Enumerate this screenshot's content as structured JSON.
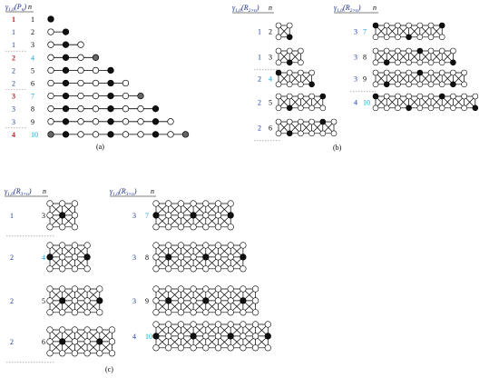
{
  "colors": {
    "blue": "#1a3a9a",
    "red": "#d01818",
    "cyan": "#15a7d6",
    "dash": "#888888",
    "edge": "#000000",
    "filled": "#111111",
    "end": "#666666"
  },
  "panel_a": {
    "caption": "(a)",
    "header_gamma": "γ",
    "header_sub": "1,0",
    "header_arg": "(P",
    "header_arg_sub": "n",
    "header_close": ")",
    "header_n": "n",
    "rows": [
      {
        "g": "1",
        "gc": "red",
        "n": "1",
        "nc": "black",
        "dash": false,
        "v": 1,
        "f": [
          0
        ]
      },
      {
        "g": "1",
        "gc": "blue",
        "n": "2",
        "nc": "black",
        "dash": false,
        "v": 2,
        "f": [
          1
        ]
      },
      {
        "g": "1",
        "gc": "blue",
        "n": "3",
        "nc": "black",
        "dash": true,
        "v": 3,
        "f": [
          1
        ]
      },
      {
        "g": "2",
        "gc": "red",
        "n": "4",
        "nc": "cyan",
        "dash": false,
        "v": 4,
        "f": [
          1
        ],
        "e": [
          3
        ]
      },
      {
        "g": "2",
        "gc": "blue",
        "n": "5",
        "nc": "black",
        "dash": false,
        "v": 5,
        "f": [
          1,
          4
        ]
      },
      {
        "g": "2",
        "gc": "blue",
        "n": "6",
        "nc": "black",
        "dash": true,
        "v": 6,
        "f": [
          1,
          4
        ]
      },
      {
        "g": "3",
        "gc": "red",
        "n": "7",
        "nc": "cyan",
        "dash": false,
        "v": 7,
        "f": [
          1,
          4
        ],
        "e": [
          6
        ]
      },
      {
        "g": "3",
        "gc": "blue",
        "n": "8",
        "nc": "black",
        "dash": false,
        "v": 8,
        "f": [
          1,
          4,
          7
        ]
      },
      {
        "g": "3",
        "gc": "blue",
        "n": "9",
        "nc": "black",
        "dash": true,
        "v": 9,
        "f": [
          1,
          4,
          7
        ]
      },
      {
        "g": "4",
        "gc": "red",
        "n": "10",
        "nc": "cyan",
        "dash": false,
        "v": 10,
        "f": [
          1,
          4,
          7
        ],
        "e": [
          0,
          9
        ]
      }
    ]
  },
  "panel_b": {
    "caption": "(b)",
    "header_gamma": "γ",
    "header_sub": "1,0",
    "header_arg": "(R",
    "header_arg_sub": "2×n",
    "header_close": ")",
    "header_n": "n",
    "left": [
      {
        "g": "1",
        "n": "2",
        "nc": "black",
        "cols": 2,
        "dash": false,
        "f": [
          [
            1,
            1
          ]
        ]
      },
      {
        "g": "1",
        "n": "3",
        "nc": "black",
        "cols": 3,
        "dash": true,
        "f": [
          [
            1,
            1
          ]
        ]
      },
      {
        "g": "2",
        "n": "4",
        "nc": "cyan",
        "cols": 4,
        "dash": false,
        "f": [
          [
            0,
            0
          ],
          [
            3,
            1
          ]
        ]
      },
      {
        "g": "2",
        "n": "5",
        "nc": "black",
        "cols": 5,
        "dash": false,
        "f": [
          [
            1,
            1
          ],
          [
            4,
            0
          ]
        ]
      },
      {
        "g": "2",
        "n": "6",
        "nc": "black",
        "cols": 6,
        "dash": true,
        "f": [
          [
            1,
            1
          ],
          [
            4,
            0
          ]
        ]
      }
    ],
    "right": [
      {
        "g": "3",
        "n": "7",
        "nc": "cyan",
        "cols": 7,
        "dash": false,
        "f": [
          [
            0,
            0
          ],
          [
            3,
            1
          ],
          [
            6,
            0
          ]
        ]
      },
      {
        "g": "3",
        "n": "8",
        "nc": "black",
        "cols": 8,
        "dash": false,
        "f": [
          [
            1,
            1
          ],
          [
            4,
            0
          ],
          [
            7,
            1
          ]
        ]
      },
      {
        "g": "3",
        "n": "9",
        "nc": "black",
        "cols": 9,
        "dash": true,
        "f": [
          [
            1,
            1
          ],
          [
            4,
            0
          ],
          [
            7,
            1
          ]
        ]
      },
      {
        "g": "4",
        "n": "10",
        "nc": "cyan",
        "cols": 10,
        "dash": false,
        "f": [
          [
            0,
            0
          ],
          [
            3,
            1
          ],
          [
            6,
            0
          ],
          [
            9,
            1
          ]
        ]
      }
    ]
  },
  "panel_c": {
    "caption": "(c)",
    "header_gamma": "γ",
    "header_sub": "1,0",
    "header_arg": "(R",
    "header_arg_sub": "3×n",
    "header_close": ")",
    "header_n": "n",
    "left": [
      {
        "g": "1",
        "n": "3",
        "nc": "black",
        "cols": 3,
        "dash": true,
        "f": [
          [
            1,
            1
          ]
        ]
      },
      {
        "g": "2",
        "n": "4",
        "nc": "cyan",
        "cols": 4,
        "dash": false,
        "f": [
          [
            0,
            1
          ],
          [
            3,
            1
          ]
        ]
      },
      {
        "g": "2",
        "n": "5",
        "nc": "black",
        "cols": 5,
        "dash": false,
        "f": [
          [
            1,
            1
          ],
          [
            4,
            1
          ]
        ]
      },
      {
        "g": "2",
        "n": "6",
        "nc": "black",
        "cols": 6,
        "dash": true,
        "f": [
          [
            1,
            1
          ],
          [
            4,
            1
          ]
        ]
      }
    ],
    "right": [
      {
        "g": "3",
        "n": "7",
        "nc": "cyan",
        "cols": 7,
        "dash": false,
        "f": [
          [
            0,
            1
          ],
          [
            3,
            1
          ],
          [
            6,
            1
          ]
        ]
      },
      {
        "g": "3",
        "n": "8",
        "nc": "black",
        "cols": 8,
        "dash": false,
        "f": [
          [
            1,
            1
          ],
          [
            4,
            1
          ],
          [
            7,
            1
          ]
        ]
      },
      {
        "g": "3",
        "n": "9",
        "nc": "black",
        "cols": 9,
        "dash": false,
        "f": [
          [
            1,
            1
          ],
          [
            4,
            1
          ],
          [
            7,
            1
          ]
        ]
      },
      {
        "g": "4",
        "n": "10",
        "nc": "cyan",
        "cols": 10,
        "dash": false,
        "f": [
          [
            0,
            1
          ],
          [
            3,
            1
          ],
          [
            6,
            1
          ],
          [
            9,
            1
          ]
        ]
      }
    ]
  }
}
